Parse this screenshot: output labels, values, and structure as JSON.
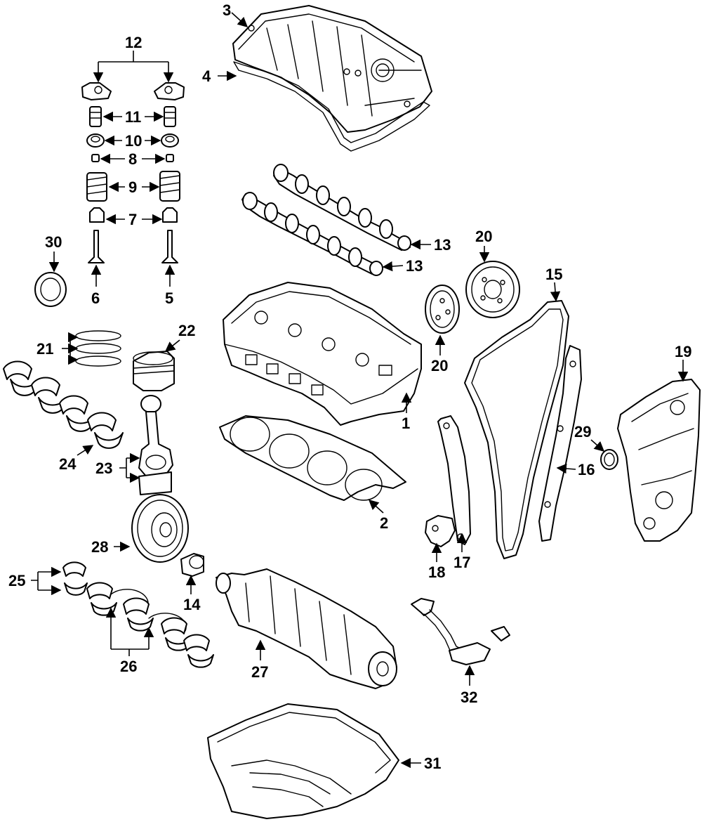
{
  "callouts": [
    {
      "id": "c1",
      "text": "1"
    },
    {
      "id": "c2",
      "text": "2"
    },
    {
      "id": "c3",
      "text": "3"
    },
    {
      "id": "c4",
      "text": "4"
    },
    {
      "id": "c5",
      "text": "5"
    },
    {
      "id": "c6",
      "text": "6"
    },
    {
      "id": "c7",
      "text": "7"
    },
    {
      "id": "c8",
      "text": "8"
    },
    {
      "id": "c9",
      "text": "9"
    },
    {
      "id": "c10",
      "text": "10"
    },
    {
      "id": "c11",
      "text": "11"
    },
    {
      "id": "c12",
      "text": "12"
    },
    {
      "id": "c13a",
      "text": "13"
    },
    {
      "id": "c13b",
      "text": "13"
    },
    {
      "id": "c14",
      "text": "14"
    },
    {
      "id": "c15",
      "text": "15"
    },
    {
      "id": "c16",
      "text": "16"
    },
    {
      "id": "c17",
      "text": "17"
    },
    {
      "id": "c18",
      "text": "18"
    },
    {
      "id": "c19",
      "text": "19"
    },
    {
      "id": "c20a",
      "text": "20"
    },
    {
      "id": "c20b",
      "text": "20"
    },
    {
      "id": "c21",
      "text": "21"
    },
    {
      "id": "c22",
      "text": "22"
    },
    {
      "id": "c23",
      "text": "23"
    },
    {
      "id": "c24",
      "text": "24"
    },
    {
      "id": "c25",
      "text": "25"
    },
    {
      "id": "c26",
      "text": "26"
    },
    {
      "id": "c27",
      "text": "27"
    },
    {
      "id": "c28",
      "text": "28"
    },
    {
      "id": "c29",
      "text": "29"
    },
    {
      "id": "c30",
      "text": "30"
    },
    {
      "id": "c31",
      "text": "31"
    },
    {
      "id": "c32",
      "text": "32"
    }
  ]
}
